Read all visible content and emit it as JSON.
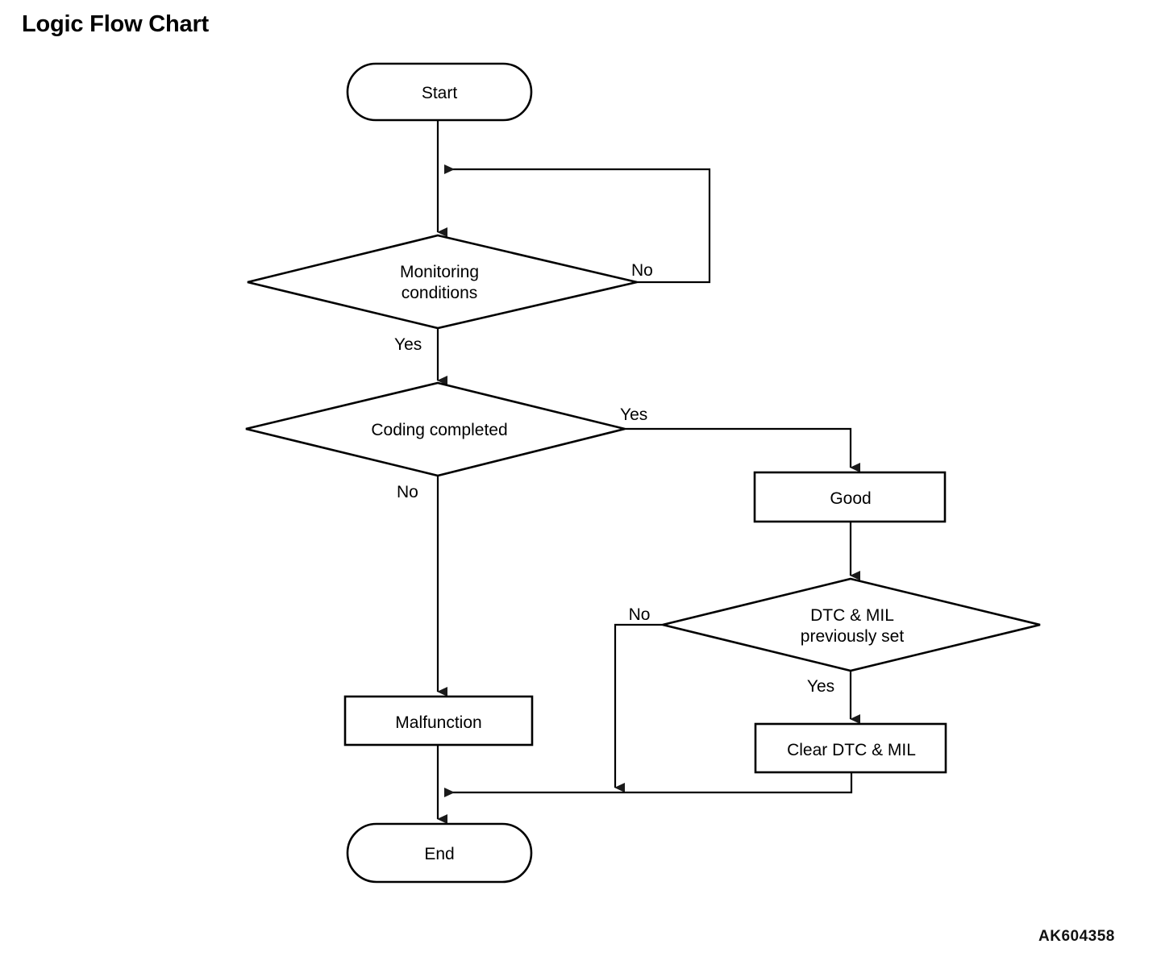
{
  "page": {
    "title": "Logic Flow Chart",
    "watermark": "AK604358",
    "background_color": "#ffffff",
    "stroke_color": "#000000"
  },
  "chart_data": {
    "type": "diagram",
    "title": "Logic Flow Chart",
    "nodes": [
      {
        "id": "start",
        "shape": "stadium",
        "label": "Start"
      },
      {
        "id": "monitoring",
        "shape": "diamond",
        "label": "Monitoring conditions",
        "line1": "Monitoring",
        "line2": "conditions"
      },
      {
        "id": "coding",
        "shape": "diamond",
        "label": "Coding completed"
      },
      {
        "id": "good",
        "shape": "rectangle",
        "label": "Good"
      },
      {
        "id": "dtcmil",
        "shape": "diamond",
        "label": "DTC & MIL previously set",
        "line1": "DTC & MIL",
        "line2": "previously set"
      },
      {
        "id": "cleardtc",
        "shape": "rectangle",
        "label": "Clear DTC & MIL"
      },
      {
        "id": "malfunction",
        "shape": "rectangle",
        "label": "Malfunction"
      },
      {
        "id": "end",
        "shape": "stadium",
        "label": "End"
      }
    ],
    "edges": [
      {
        "from": "start",
        "to": "monitoring",
        "label": ""
      },
      {
        "from": "monitoring",
        "to": "monitoring",
        "label": "No"
      },
      {
        "from": "monitoring",
        "to": "coding",
        "label": "Yes"
      },
      {
        "from": "coding",
        "to": "good",
        "label": "Yes"
      },
      {
        "from": "coding",
        "to": "malfunction",
        "label": "No"
      },
      {
        "from": "good",
        "to": "dtcmil",
        "label": ""
      },
      {
        "from": "dtcmil",
        "to": "end",
        "label": "No"
      },
      {
        "from": "dtcmil",
        "to": "cleardtc",
        "label": "Yes"
      },
      {
        "from": "cleardtc",
        "to": "end",
        "label": ""
      },
      {
        "from": "malfunction",
        "to": "end",
        "label": ""
      }
    ],
    "branch_labels": {
      "monitoring_no": "No",
      "monitoring_yes": "Yes",
      "coding_yes": "Yes",
      "coding_no": "No",
      "dtcmil_no": "No",
      "dtcmil_yes": "Yes"
    }
  }
}
